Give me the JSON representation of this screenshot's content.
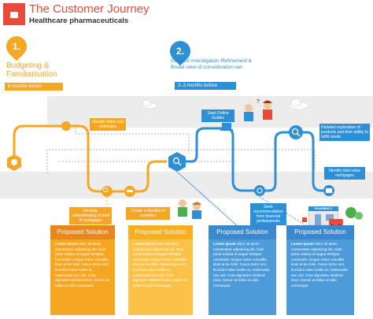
{
  "header": {
    "title": "The Customer Journey",
    "subtitle": "Healthcare pharmaceuticals"
  },
  "phases": [
    {
      "number": "1.",
      "title": "Budgeting & Familiarisation",
      "tag": "6 months before",
      "color": "#f5a623"
    },
    {
      "number": "2.",
      "title": "Detailed investigation Refinement & Broad view of consideration set",
      "tag": "2–3 months before",
      "color": "#2d8fd5"
    }
  ],
  "notes": {
    "understand_cover": "Identify initial cost estimates",
    "develop_understanding": "Develop understanding of total fit mortgages",
    "create_shortlist": "Create a shortlist of providers",
    "seek_guides": "Seek Online Guides",
    "detailed_exploration": "Detailed exploration of products and their ability to fulfill needs",
    "identify_value": "Identify total value mortgages",
    "seek_recommendation": "Seek recommendation from financial professionals"
  },
  "pharmacy_sign": "PHARMACY",
  "panels": [
    {
      "title": "Proposed Solution",
      "lead": "Lorem ipsum",
      "body": "dolor sit amet, consectetur adipiscing elit. Duis porta massa id augue tristique commodo congue tortor convallis. Duis at leo felis. Fusce tortor orci, tincidunt vitae mattis at, malesuada nec nisl. Cras dignissim eleifend risus. Donec at tellus ut odio consequat.",
      "color": "#f5a623",
      "header_color": "#e8871e"
    },
    {
      "title": "Proposed Solution",
      "lead": "Lorem ipsum",
      "body": "dolor sit amet, consectetur adipiscing elit. Duis porta massa id augue tristique commodo congue tortor convallis. Duis at leo felis. Fusce tortor orci, tincidunt vitae mattis at, malesuada nec nisl. Cras dignissim eleifend risus. Donec at tellus ut odio consequat.",
      "color": "#fbc24a",
      "header_color": "#f7ae1f"
    },
    {
      "title": "Proposed Solution",
      "lead": "Lorem ipsum",
      "body": "dolor sit amet, consectetur adipiscing elit. Duis porta massa id augue tristique commodo congue tortor convallis. Duis at leo felis. Fusce tortor orci, tincidunt vitae mattis at, malesuada nec nisl. Cras dignissim eleifend risus. Donec at tellus ut odio consequat.",
      "color": "#4e9bd9",
      "header_color": "#3a88cf"
    },
    {
      "title": "Proposed Solution",
      "lead": "Lorem ipsum",
      "body": "dolor sit amet, consectetur adipiscing elit. Duis porta massa id augue tristique commodo congue tortor convallis. Duis at leo felis. Fusce tortor orci, tincidunt vitae mattis at, malesuada nec nisl. Cras dignissim eleifend risus. Donec at tellus ut odio consequat.",
      "color": "#4e9bd9",
      "header_color": "#3a88cf"
    }
  ]
}
